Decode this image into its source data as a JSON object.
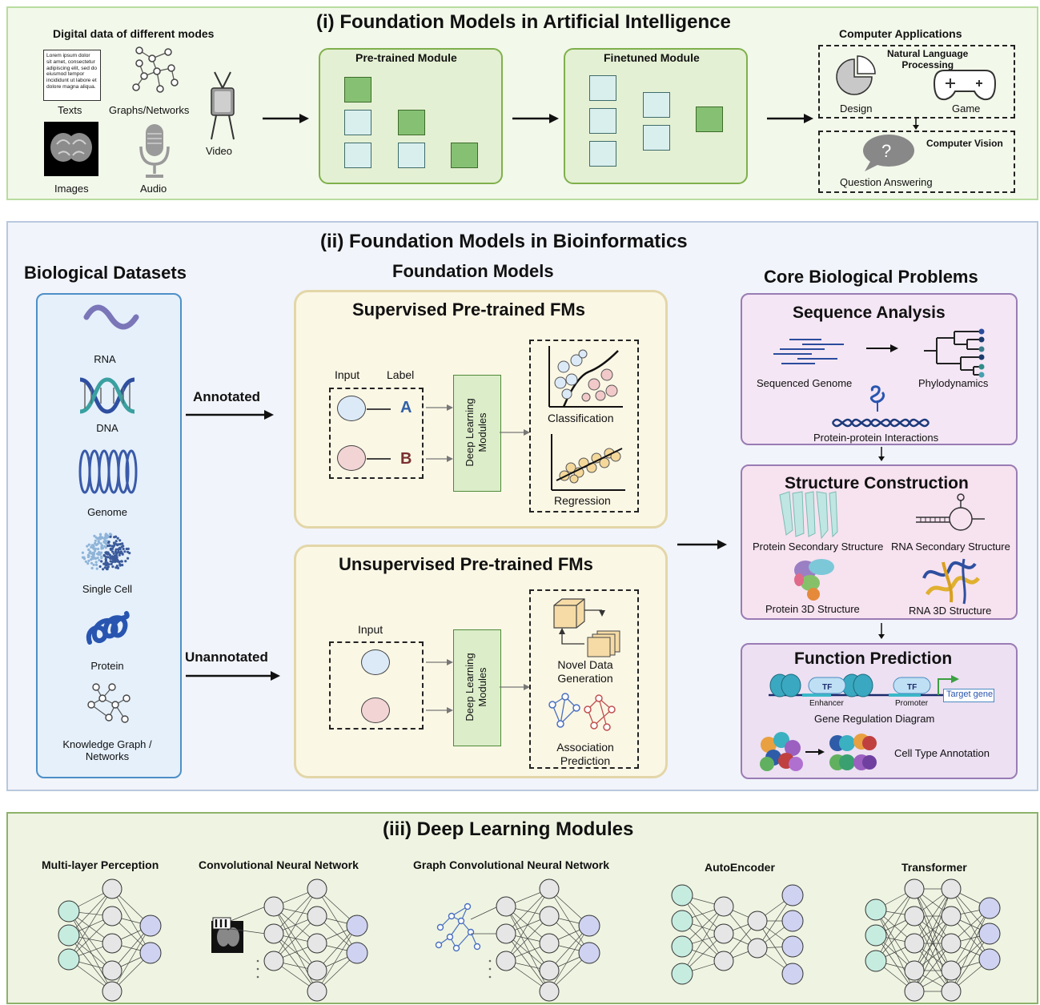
{
  "section1": {
    "title": "(i) Foundation Models in Artificial Intelligence",
    "data_heading": "Digital data of different modes",
    "lorem_lines": [
      "Lorem ipsum dolor",
      "sit amet, consectetur",
      "adipiscing elit, sed do",
      "eiusmod tempor",
      "incididunt ut labore et",
      "dolore magna aliqua."
    ],
    "modes": {
      "texts": "Texts",
      "graphs": "Graphs/Networks",
      "video": "Video",
      "images": "Images",
      "audio": "Audio"
    },
    "pretrained": "Pre-trained Module",
    "finetuned": "Finetuned Module",
    "apps_heading": "Computer Applications",
    "nlp": "Natural Language\nProcessing",
    "design": "Design",
    "game": "Game",
    "cv": "Computer Vision",
    "qa": "Question Answering",
    "qmark": "?"
  },
  "section2": {
    "title": "(ii) Foundation Models in Bioinformatics",
    "datasets_heading": "Biological Datasets",
    "datasets": [
      "RNA",
      "DNA",
      "Genome",
      "Single Cell",
      "Protein",
      "Knowledge Graph /\nNetworks"
    ],
    "fm_heading": "Foundation Models",
    "annotated": "Annotated",
    "unannotated": "Unannotated",
    "supervised": {
      "title": "Supervised Pre-trained FMs",
      "input": "Input",
      "label": "Label",
      "a": "A",
      "b": "B",
      "dl": "Deep Learning\nModules",
      "classification": "Classification",
      "regression": "Regression"
    },
    "unsupervised": {
      "title": "Unsupervised Pre-trained FMs",
      "input": "Input",
      "dl": "Deep Learning\nModules",
      "novel": "Novel Data\nGeneration",
      "assoc": "Association\nPrediction"
    },
    "core_heading": "Core Biological Problems",
    "sequence": {
      "title": "Sequence Analysis",
      "genome": "Sequenced Genome",
      "phylo": "Phylodynamics",
      "ppi": "Protein-protein Interactions"
    },
    "structure": {
      "title": "Structure Construction",
      "prot2": "Protein Secondary Structure",
      "rna2": "RNA Secondary Structure",
      "prot3": "Protein 3D Structure",
      "rna3": "RNA 3D Structure"
    },
    "function": {
      "title": "Function Prediction",
      "tf": "TF",
      "enhancer": "Enhancer",
      "promoter": "Promoter",
      "target": "Target gene",
      "grd": "Gene Regulation Diagram",
      "cta": "Cell Type Annotation"
    }
  },
  "section3": {
    "title": "(iii)  Deep Learning Modules",
    "mlp": "Multi-layer Perception",
    "cnn": "Convolutional Neural  Network",
    "gcn": "Graph Convolutional Neural Network",
    "ae": "AutoEncoder",
    "tr": "Transformer"
  },
  "colors": {
    "sec1_bg": "#f2f8ea",
    "sec1_border": "#b8dca0",
    "module_bg": "#e4f0d3",
    "module_border": "#7fb04c",
    "block_light": "#d9efee",
    "block_dark": "#86c173",
    "sec2_bg": "#f1f4fa",
    "sec2_border": "#b9c8de",
    "datasets_bg": "#e5f0fb",
    "datasets_border": "#4d8fc7",
    "fm_bg": "#fbf7e5",
    "fm_border": "#e3d6a8",
    "core_bg": "#f4e6f4",
    "core_border": "#9a7cb4",
    "sec3_bg": "#eef4e1",
    "sec3_border": "#8db26a",
    "node_green": "#c6ece0",
    "node_gray": "#e6e6e6",
    "node_blue": "#cfd2f0"
  }
}
